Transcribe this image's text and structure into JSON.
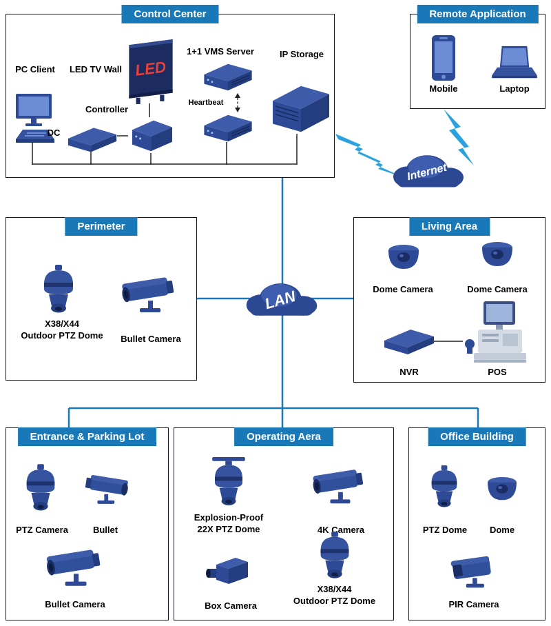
{
  "network": {
    "lan": "LAN",
    "internet": "Internet"
  },
  "sections": {
    "control_center": {
      "title": "Control Center",
      "pc_client": "PC Client",
      "led_tv_wall": "LED TV Wall",
      "led_screen_text": "LED",
      "controller": "Controller",
      "dc": "DC",
      "vms_server": "1+1 VMS Server",
      "heartbeat": "Heartbeat",
      "ip_storage": "IP Storage"
    },
    "remote_application": {
      "title": "Remote Application",
      "mobile": "Mobile",
      "laptop": "Laptop"
    },
    "perimeter": {
      "title": "Perimeter",
      "ptz_dome_line1": "X38/X44",
      "ptz_dome_line2": "Outdoor PTZ Dome",
      "bullet_camera": "Bullet Camera"
    },
    "living_area": {
      "title": "Living Area",
      "dome_camera_1": "Dome Camera",
      "dome_camera_2": "Dome Camera",
      "nvr": "NVR",
      "pos": "POS"
    },
    "entrance_parking_lot": {
      "title": "Entrance & Parking Lot",
      "ptz_camera": "PTZ Camera",
      "bullet": "Bullet",
      "bullet_camera": "Bullet Camera"
    },
    "operating_area": {
      "title": "Operating Aera",
      "explosion_line1": "Explosion-Proof",
      "explosion_line2": "22X PTZ Dome",
      "camera_4k": "4K Camera",
      "box_camera": "Box Camera",
      "ptz_dome_line1": "X38/X44",
      "ptz_dome_line2": "Outdoor PTZ Dome"
    },
    "office_building": {
      "title": "Office Building",
      "ptz_dome": "PTZ Dome",
      "dome": "Dome",
      "pir_camera": "PIR Camera"
    }
  },
  "colors": {
    "header_bg": "#1979b8",
    "backbone_line": "#1979b8",
    "device_blue": "#2e4a96",
    "lightning": "#2aa2e0",
    "internal_line": "#222222"
  }
}
